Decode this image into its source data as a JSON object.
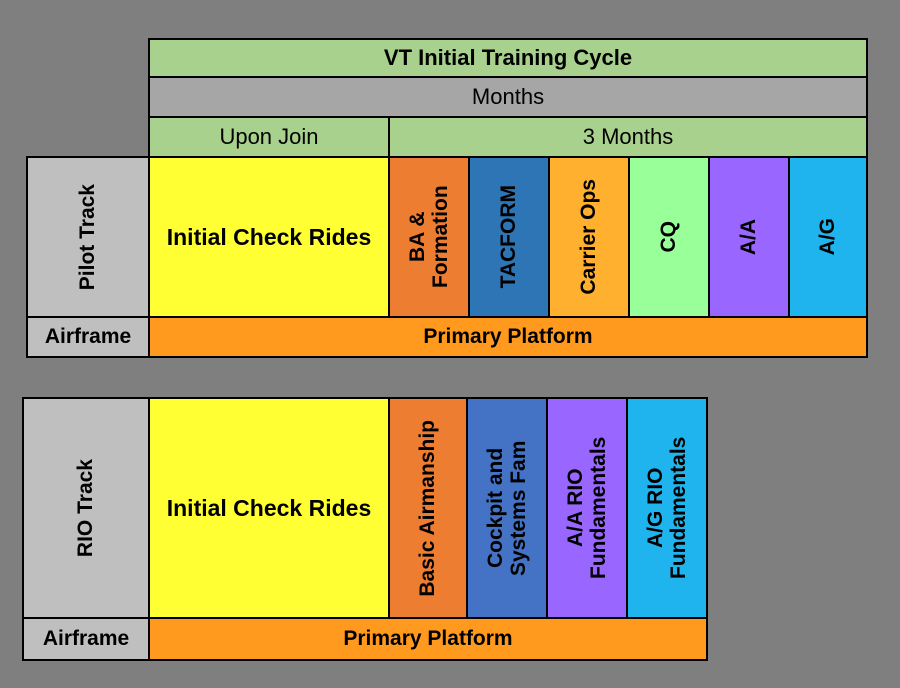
{
  "header": {
    "title": "VT Initial Training Cycle",
    "months": "Months",
    "upon_join": "Upon Join",
    "three_months": "3 Months"
  },
  "pilot": {
    "track_label": "Pilot Track",
    "initial": "Initial Check Rides",
    "phases": [
      "BA & Formation",
      "TACFORM",
      "Carrier Ops",
      "CQ",
      "A/A",
      "A/G"
    ],
    "airframe_label": "Airframe",
    "airframe_value": "Primary Platform"
  },
  "rio": {
    "track_label": "RIO Track",
    "initial": "Initial Check Rides",
    "phases": [
      "Basic Airmanship",
      "Cockpit and Systems Fam",
      "A/A RIO Fundamentals",
      "A/G RIO Fundamentals"
    ],
    "airframe_label": "Airframe",
    "airframe_value": "Primary Platform"
  },
  "colors": {
    "header_green": "#a9d18e",
    "months_gray": "#a6a6a6",
    "label_gray": "#bfbfbf",
    "initial_yellow": "#ffff33",
    "orange_platform": "#ff9a1f",
    "phase_orange": "#ed7d31",
    "phase_blue": "#2e75b6",
    "phase_gold": "#ffb02e",
    "phase_green": "#99ff99",
    "phase_purple": "#9966ff",
    "phase_cyan": "#1fb4ee",
    "phase_mid_blue": "#4472c4"
  }
}
